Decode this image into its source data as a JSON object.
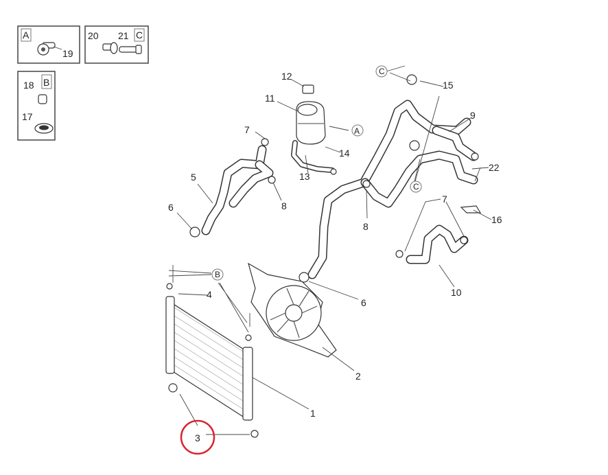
{
  "title": "Engine cooling system parts diagram",
  "insets": {
    "a": {
      "tag": "A",
      "parts": [
        "19"
      ]
    },
    "c": {
      "tag": "C",
      "parts": [
        "20",
        "21"
      ]
    },
    "b": {
      "tag": "B",
      "parts": [
        "18",
        "17"
      ]
    }
  },
  "callouts": {
    "n12": "12",
    "n11": "11",
    "n7a": "7",
    "tagA": "A",
    "n14": "14",
    "n13": "13",
    "n5": "5",
    "n8a": "8",
    "n6a": "6",
    "n15": "15",
    "tagC1": "C",
    "tagC2": "C",
    "n9": "9",
    "n22": "22",
    "n7b": "7",
    "n16": "16",
    "n8b": "8",
    "n10": "10",
    "tagB": "B",
    "n4": "4",
    "n6b": "6",
    "n2": "2",
    "n1": "1",
    "n3": "3"
  },
  "highlight": {
    "part": "3",
    "color": "#d9232e"
  }
}
